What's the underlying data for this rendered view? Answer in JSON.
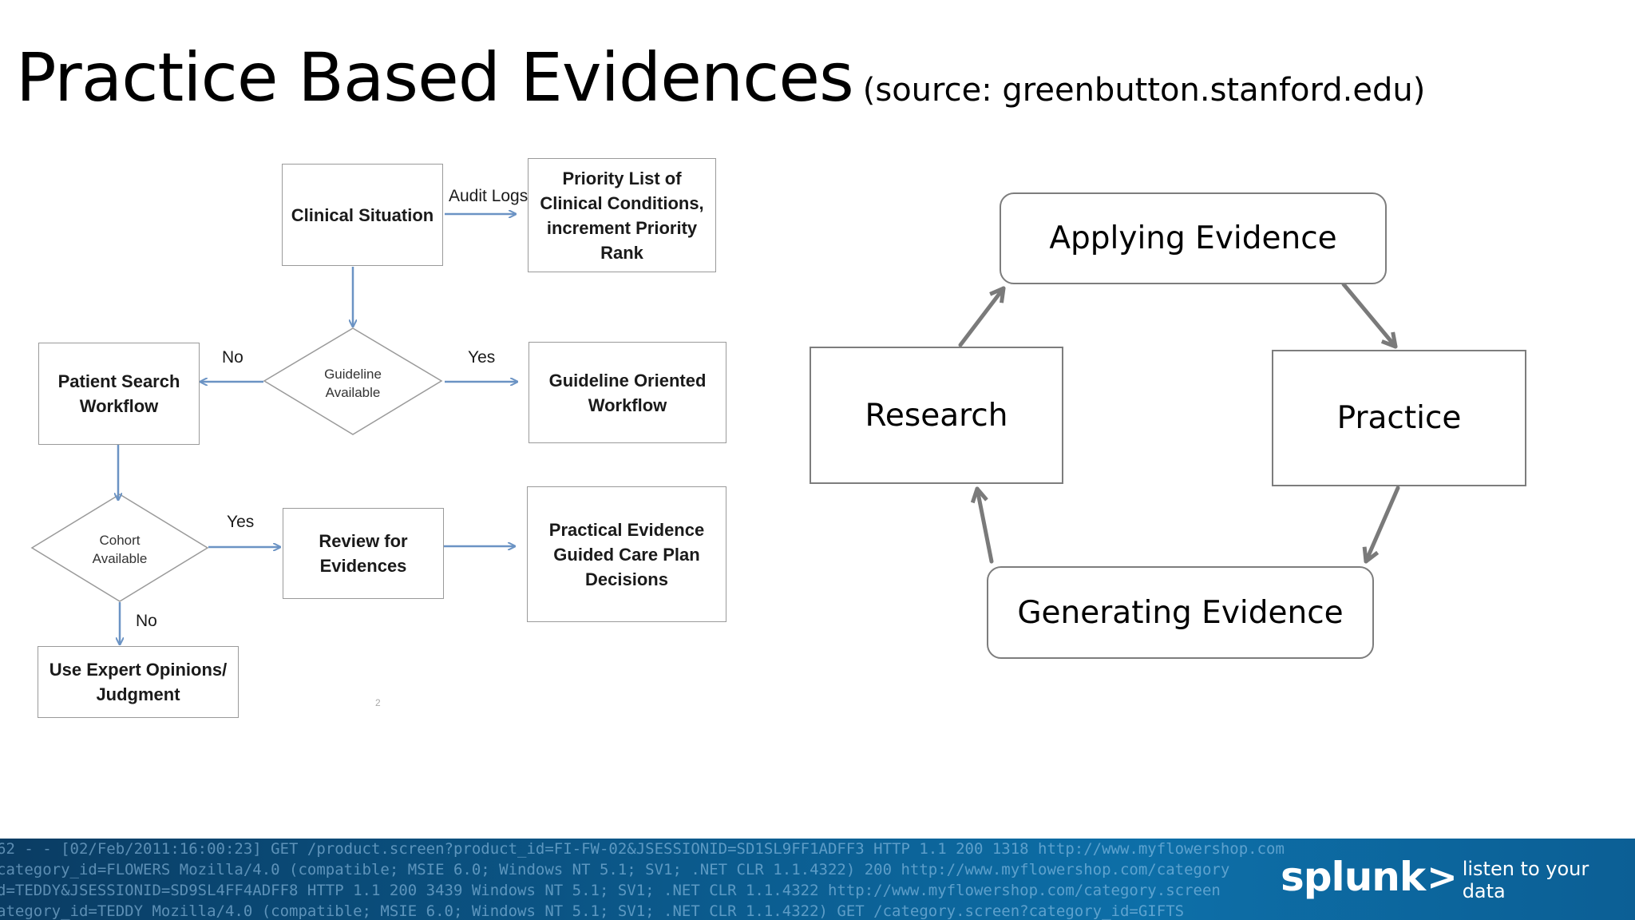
{
  "title": {
    "main": "Practice Based Evidences",
    "source": "(source: greenbutton.stanford.edu)"
  },
  "flowchart": {
    "clinical_situation": "Clinical Situation",
    "audit_logs": "Audit Logs",
    "priority_list": "Priority List of Clinical Conditions, increment Priority Rank",
    "guideline_available": "Guideline\nAvailable",
    "no_1": "No",
    "yes_1": "Yes",
    "patient_search": "Patient Search Workflow",
    "guideline_workflow": "Guideline Oriented Workflow",
    "cohort_available": "Cohort\nAvailable",
    "yes_2": "Yes",
    "no_2": "No",
    "review_evidences": "Review for Evidences",
    "practical_evidence": "Practical Evidence Guided Care Plan Decisions",
    "expert_opinions": "Use Expert Opinions/ Judgment",
    "page_number": "2"
  },
  "cycle": {
    "applying": "Applying Evidence",
    "practice": "Practice",
    "generating": "Generating Evidence",
    "research": "Research"
  },
  "footer": {
    "log_lines": [
      "62 - - [02/Feb/2011:16:00:23] GET /product.screen?product_id=FI-FW-02&JSESSIONID=SD1SL9FF1ADFF3 HTTP 1.1 200 1318 http://www.myflowershop.com",
      "category_id=FLOWERS Mozilla/4.0 (compatible; MSIE 6.0; Windows NT 5.1; SV1; .NET CLR 1.1.4322) 200 http://www.myflowershop.com/category",
      "d=TEDDY&JSESSIONID=SD9SL4FF4ADFF8 HTTP 1.1 200 3439 Windows NT 5.1; SV1; .NET CLR 1.1.4322 http://www.myflowershop.com/category.screen",
      "ategory_id=TEDDY Mozilla/4.0 (compatible; MSIE 6.0; Windows NT 5.1; SV1; .NET CLR 1.1.4322) GET /category.screen?category_id=GIFTS"
    ],
    "brand": "splunk",
    "brand_chevron": ">",
    "tagline": "listen to your data"
  }
}
